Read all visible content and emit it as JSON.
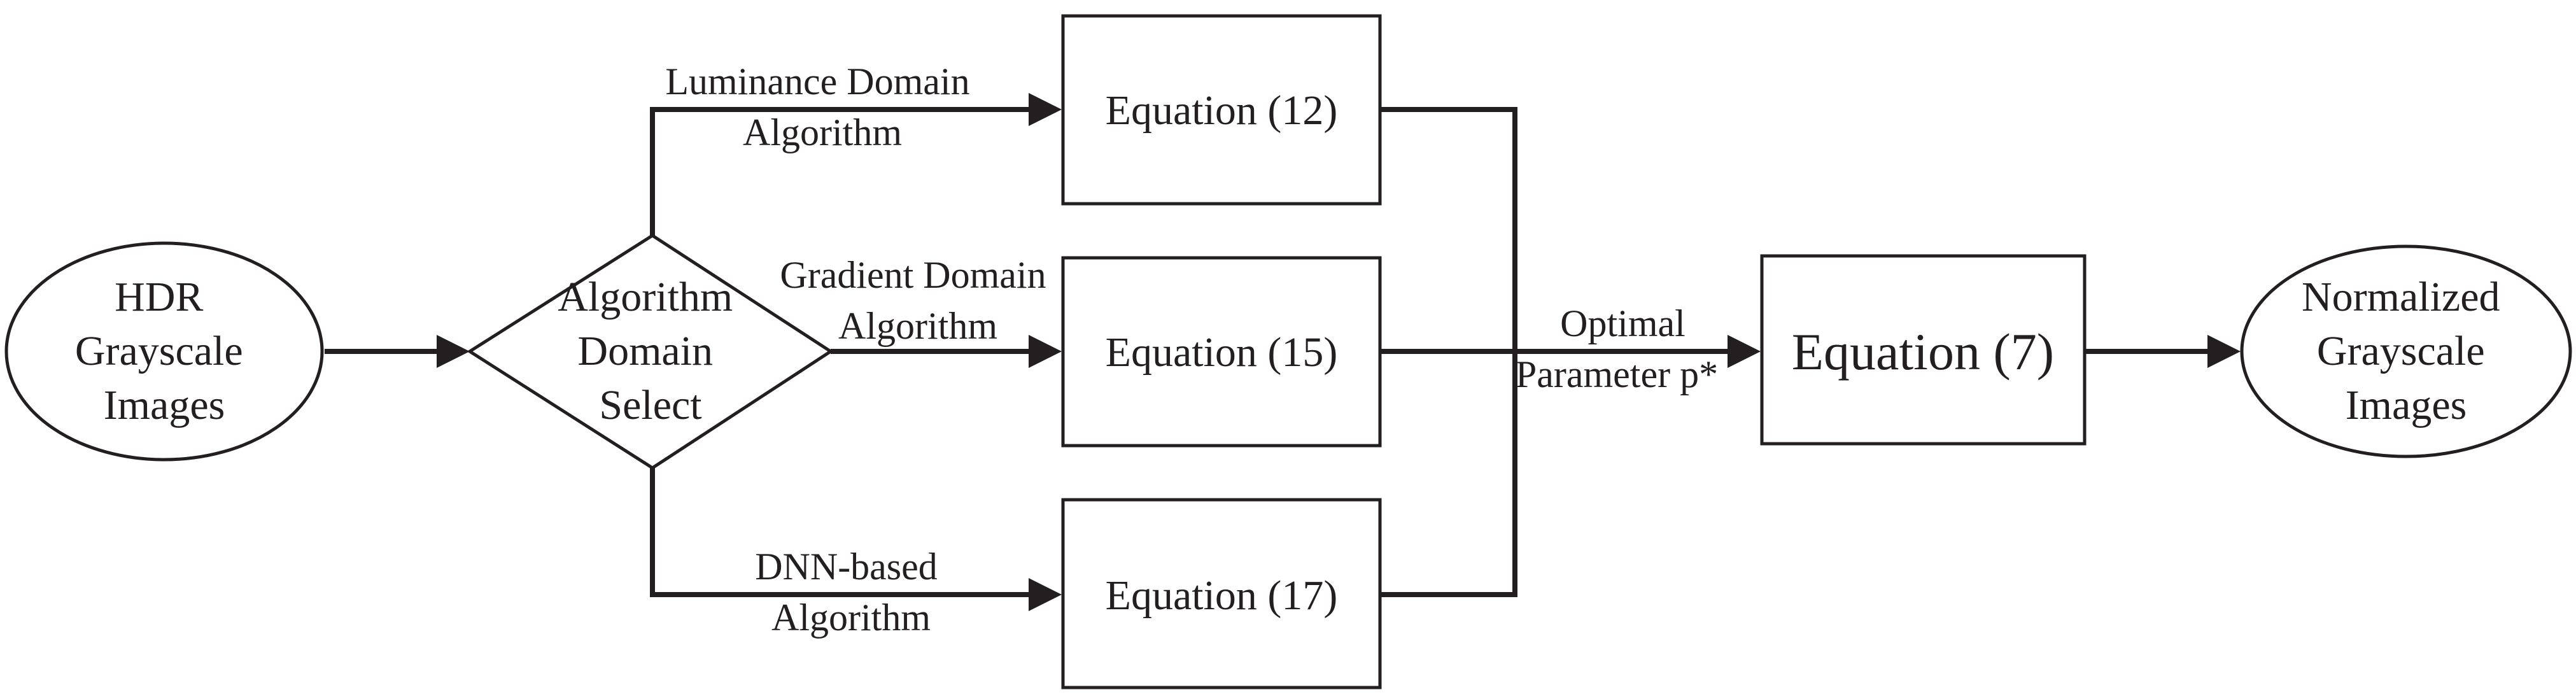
{
  "nodes": {
    "hdr_input": {
      "lines": [
        "HDR",
        "Grayscale",
        "Images"
      ]
    },
    "domain_select": {
      "lines": [
        "Algorithm",
        "Domain",
        "Select"
      ]
    },
    "eq12": {
      "label": "Equation (12)"
    },
    "eq15": {
      "label": "Equation (15)"
    },
    "eq17": {
      "label": "Equation (17)"
    },
    "eq7": {
      "label": "Equation (7)"
    },
    "output": {
      "lines": [
        "Normalized",
        "Grayscale",
        "Images"
      ]
    }
  },
  "edges": {
    "luminance": {
      "lines": [
        "Luminance Domain",
        "Algorithm"
      ]
    },
    "gradient": {
      "lines": [
        "Gradient Domain",
        "Algorithm"
      ]
    },
    "dnn": {
      "lines": [
        "DNN-based",
        "Algorithm"
      ]
    },
    "optimal": {
      "lines": [
        "Optimal",
        "Parameter p*"
      ]
    }
  },
  "colors": {
    "stroke": "#231f20",
    "background": "#ffffff"
  }
}
